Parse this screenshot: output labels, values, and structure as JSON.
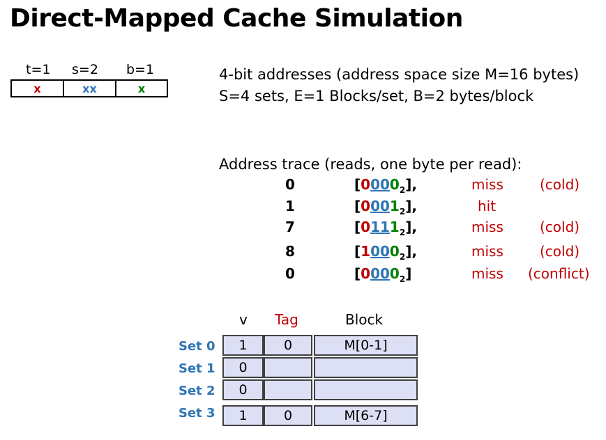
{
  "title": "Direct-Mapped Cache Simulation",
  "fields": [
    {
      "label": "t=1",
      "value": "x",
      "color": "#c00000"
    },
    {
      "label": "s=2",
      "value": "xx",
      "color": "#2e75b6"
    },
    {
      "label": "b=1",
      "value": "x",
      "color": "#008000"
    }
  ],
  "info": {
    "line1": "4-bit addresses (address space size M=16 bytes)",
    "line2": "S=4 sets, E=1 Blocks/set, B=2 bytes/block"
  },
  "trace": {
    "title": "Address trace (reads, one byte per read):",
    "rows": [
      {
        "addr": "0",
        "open": "[",
        "tag": "0",
        "set": "00",
        "off": "0",
        "base": "2",
        "close": "],",
        "result": "miss",
        "reason": "(cold)"
      },
      {
        "addr": "1",
        "open": "[",
        "tag": "0",
        "set": "00",
        "off": "1",
        "base": "2",
        "close": "],",
        "result": "hit",
        "reason": ""
      },
      {
        "addr": "7",
        "open": "[",
        "tag": "0",
        "set": "11",
        "off": "1",
        "base": "2",
        "close": "],",
        "result": "miss",
        "reason": "(cold)"
      },
      {
        "addr": "8",
        "open": "[",
        "tag": "1",
        "set": "00",
        "off": "0",
        "base": "2",
        "close": "],",
        "result": "miss",
        "reason": "(cold)"
      },
      {
        "addr": "0",
        "open": "[",
        "tag": "0",
        "set": "00",
        "off": "0",
        "base": "2",
        "close": "]",
        "result": "miss",
        "reason": "(conflict)"
      }
    ]
  },
  "cache": {
    "headers": {
      "v": "v",
      "tag": "Tag",
      "block": "Block"
    },
    "rows": [
      {
        "set": "Set 0",
        "v": "1",
        "tag": "0",
        "block": "M[0-1]"
      },
      {
        "set": "Set 1",
        "v": "0",
        "tag": "",
        "block": ""
      },
      {
        "set": "Set 2",
        "v": "0",
        "tag": "",
        "block": ""
      },
      {
        "set": "Set 3",
        "v": "1",
        "tag": "0",
        "block": "M[6-7]"
      }
    ]
  },
  "colors": {
    "tag": "#c00000",
    "set": "#2e75b6",
    "offset": "#008000",
    "result": "#c00000",
    "cell_fill": "#dde0f4"
  }
}
